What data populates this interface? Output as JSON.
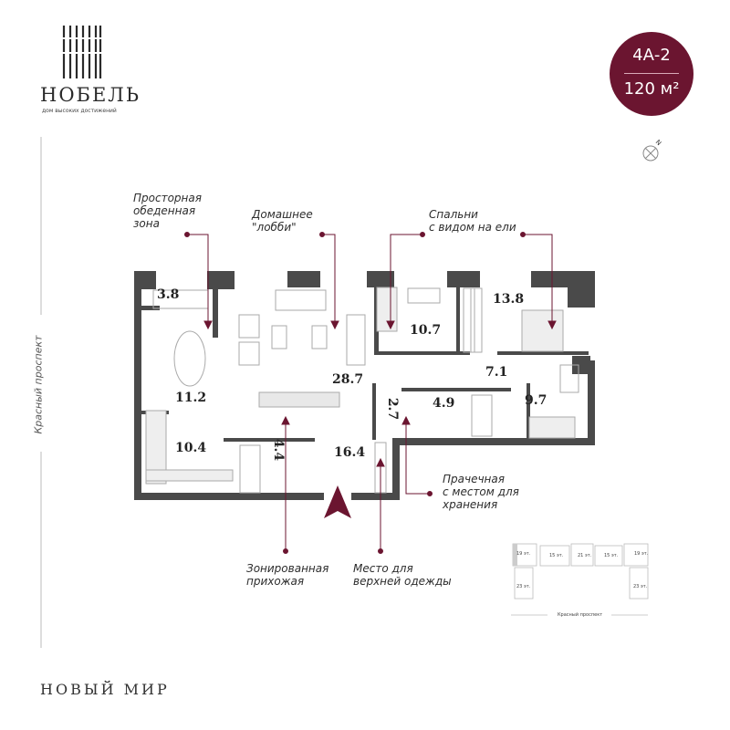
{
  "logo": {
    "name": "НОБЕЛЬ",
    "tagline": "дом высоких достижений"
  },
  "badge": {
    "code": "4А-2",
    "area": "120 м²",
    "color": "#6b1530"
  },
  "compass": {
    "icon": "compass-north-icon",
    "label": "N"
  },
  "street_label": "Красный проспект",
  "footer": "НОВЫЙ МИР",
  "rooms": [
    "3.8",
    "28.7",
    "10.7",
    "13.8",
    "11.2",
    "7.1",
    "9.7",
    "2.7",
    "4.9",
    "10.4",
    "4.4",
    "16.4"
  ],
  "annotations": {
    "dining": [
      "Просторная",
      "обеденная",
      "зона"
    ],
    "lobby": [
      "Домашнее",
      "\"лобби\""
    ],
    "bedrooms": [
      "Спальни",
      "с видом на ели"
    ],
    "laundry": [
      "Прачечная",
      "с местом для",
      "хранения"
    ],
    "hall": [
      "Зонированная",
      "прихожая"
    ],
    "wardrobe": [
      "Место для",
      "верхней одежды"
    ]
  },
  "accent_color": "#6b1530",
  "key_plan": {
    "sections": [
      "19 эт.",
      "15 эт.",
      "21 эт.",
      "15 эт.",
      "19 эт.",
      "23 эт.",
      "23 эт."
    ],
    "street": "Красный проспект"
  }
}
